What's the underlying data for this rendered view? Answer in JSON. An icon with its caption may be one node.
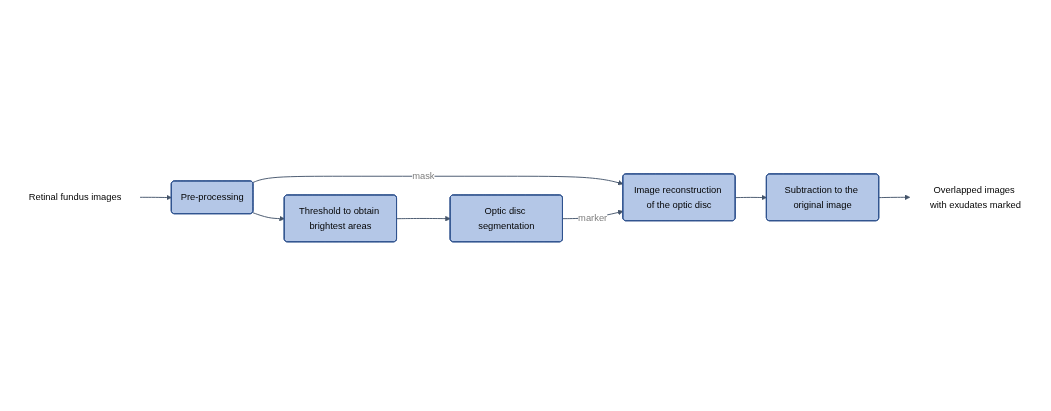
{
  "diagram": {
    "nodes": [
      {
        "text": [
          "Retinal fundus images"
        ]
      },
      {
        "text": [
          "Pre-processing"
        ]
      },
      {
        "text": [
          "Threshold to obtain brightest areas"
        ]
      },
      {
        "text": [
          "Optic disc segmentation"
        ]
      },
      {
        "text": [
          "Image reconstruction of the optic disc"
        ]
      },
      {
        "text": [
          "Subtraction to the original image"
        ]
      },
      {
        "text": [
          "Overlapped images with exudates marked"
        ]
      }
    ],
    "edges": [
      {
        "from": 0,
        "to": 1,
        "arrow": "to"
      },
      {
        "from": 1,
        "to": 2,
        "arrow": "to"
      },
      {
        "from": 1,
        "to": 4,
        "arrow": "to",
        "label": "mask"
      },
      {
        "from": 2,
        "to": 3,
        "arrow": "to"
      },
      {
        "from": 3,
        "to": 4,
        "arrow": "to",
        "label": "marker"
      },
      {
        "from": 4,
        "to": 5,
        "arrow": "to"
      },
      {
        "from": 5,
        "to": 6,
        "arrow": "to"
      }
    ]
  }
}
